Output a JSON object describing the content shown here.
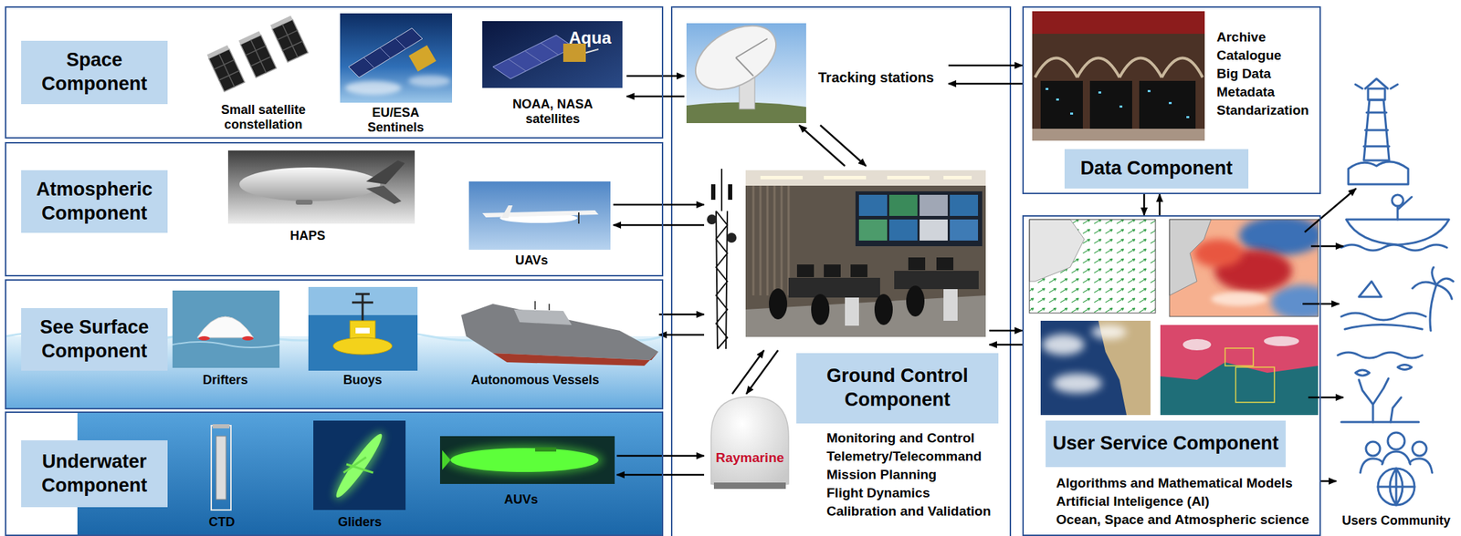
{
  "diagram": {
    "nodes": [
      {
        "text": [
          "Space Component"
        ]
      },
      {
        "text": [
          "Small satellite constellation"
        ],
        "in": 0
      },
      {
        "text": [
          "EU/ESA Sentinels"
        ],
        "in": 0
      },
      {
        "text": [
          "Aqua",
          "NOAA, NASA satellites"
        ],
        "in": 0
      },
      {
        "text": [
          "Tracking stations"
        ]
      },
      {
        "text": [
          "Data Component",
          "Archive",
          "Catalogue",
          "Big Data",
          "Metadata",
          "Standarization"
        ]
      },
      {
        "text": [
          "Atmospheric Component"
        ]
      },
      {
        "text": [
          "HAPS"
        ],
        "in": 6
      },
      {
        "text": [
          "UAVs"
        ],
        "in": 6
      },
      {
        "text": [
          "Ground Control Component"
        ]
      },
      {
        "text": [
          "See Surface Component"
        ]
      },
      {
        "text": [
          "Drifters"
        ],
        "in": 10
      },
      {
        "text": [
          "Buoys"
        ],
        "in": 10
      },
      {
        "text": [
          "Autonomous Vessels"
        ],
        "in": 10
      },
      {
        "text": [
          "User Service Component",
          "Algorithms and Mathematical Models",
          "Artificial Inteligence (AI)",
          "Ocean, Space and Atmospheric science"
        ]
      },
      {
        "text": [
          "Underwater Component"
        ]
      },
      {
        "text": [
          "CTD"
        ],
        "in": 15
      },
      {
        "text": [
          "Gliders"
        ],
        "in": 15
      },
      {
        "text": [
          "AUVs"
        ],
        "in": 15
      },
      {
        "text": [
          "Raymarine"
        ]
      },
      {
        "text": [
          "Users Community"
        ]
      }
    ],
    "edges": [
      {
        "from": 3,
        "to": 4,
        "arrow": "to"
      },
      {
        "from": 4,
        "to": 3,
        "arrow": "to"
      },
      {
        "from": 4,
        "to": 9,
        "arrow": "to"
      },
      {
        "from": 9,
        "to": 4,
        "arrow": "to"
      },
      {
        "from": 4,
        "to": 5,
        "arrow": "to"
      },
      {
        "from": 5,
        "to": 4,
        "arrow": "to"
      },
      {
        "from": 8,
        "to": 9,
        "arrow": "to"
      },
      {
        "from": 9,
        "to": 8,
        "arrow": "to"
      },
      {
        "from": 13,
        "to": 9,
        "arrow": "to"
      },
      {
        "from": 9,
        "to": 13,
        "arrow": "to"
      },
      {
        "from": 18,
        "to": 19,
        "arrow": "to"
      },
      {
        "from": 19,
        "to": 18,
        "arrow": "to"
      },
      {
        "from": 19,
        "to": 9,
        "arrow": "to"
      },
      {
        "from": 9,
        "to": 19,
        "arrow": "to"
      },
      {
        "from": 5,
        "to": 14,
        "arrow": "to"
      },
      {
        "from": 14,
        "to": 5,
        "arrow": "to"
      },
      {
        "from": 9,
        "to": 14,
        "arrow": "to"
      },
      {
        "from": 14,
        "to": 9,
        "arrow": "to"
      },
      {
        "from": 14,
        "to": 20,
        "arrow": "to"
      }
    ],
    "labels": [
      "Monitoring and Control",
      "Telemetry/Telecommand",
      "Mission Planning",
      "Flight Dynamics",
      "Calibration and Validation"
    ]
  }
}
